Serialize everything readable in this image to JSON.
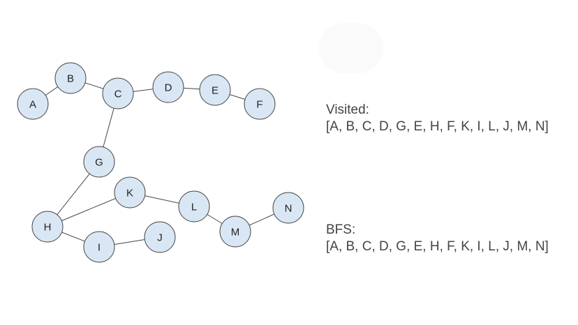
{
  "graph": {
    "node_fill": "#d9e7f5",
    "node_stroke": "#4a4a4a",
    "nodes": [
      "A",
      "B",
      "C",
      "D",
      "E",
      "F",
      "G",
      "H",
      "I",
      "J",
      "K",
      "L",
      "M",
      "N"
    ],
    "edges": [
      [
        "A",
        "B"
      ],
      [
        "B",
        "C"
      ],
      [
        "C",
        "D"
      ],
      [
        "D",
        "E"
      ],
      [
        "E",
        "F"
      ],
      [
        "C",
        "G"
      ],
      [
        "G",
        "H"
      ],
      [
        "H",
        "K"
      ],
      [
        "H",
        "I"
      ],
      [
        "I",
        "J"
      ],
      [
        "K",
        "L"
      ],
      [
        "L",
        "M"
      ],
      [
        "M",
        "N"
      ]
    ]
  },
  "visited": {
    "title": "Visited:",
    "list": "[A, B, C, D, G, E, H, F, K, I, L, J, M, N]"
  },
  "bfs": {
    "title": "BFS:",
    "list": "[A, B, C, D, G, E, H, F, K, I, L, J, M, N]"
  }
}
